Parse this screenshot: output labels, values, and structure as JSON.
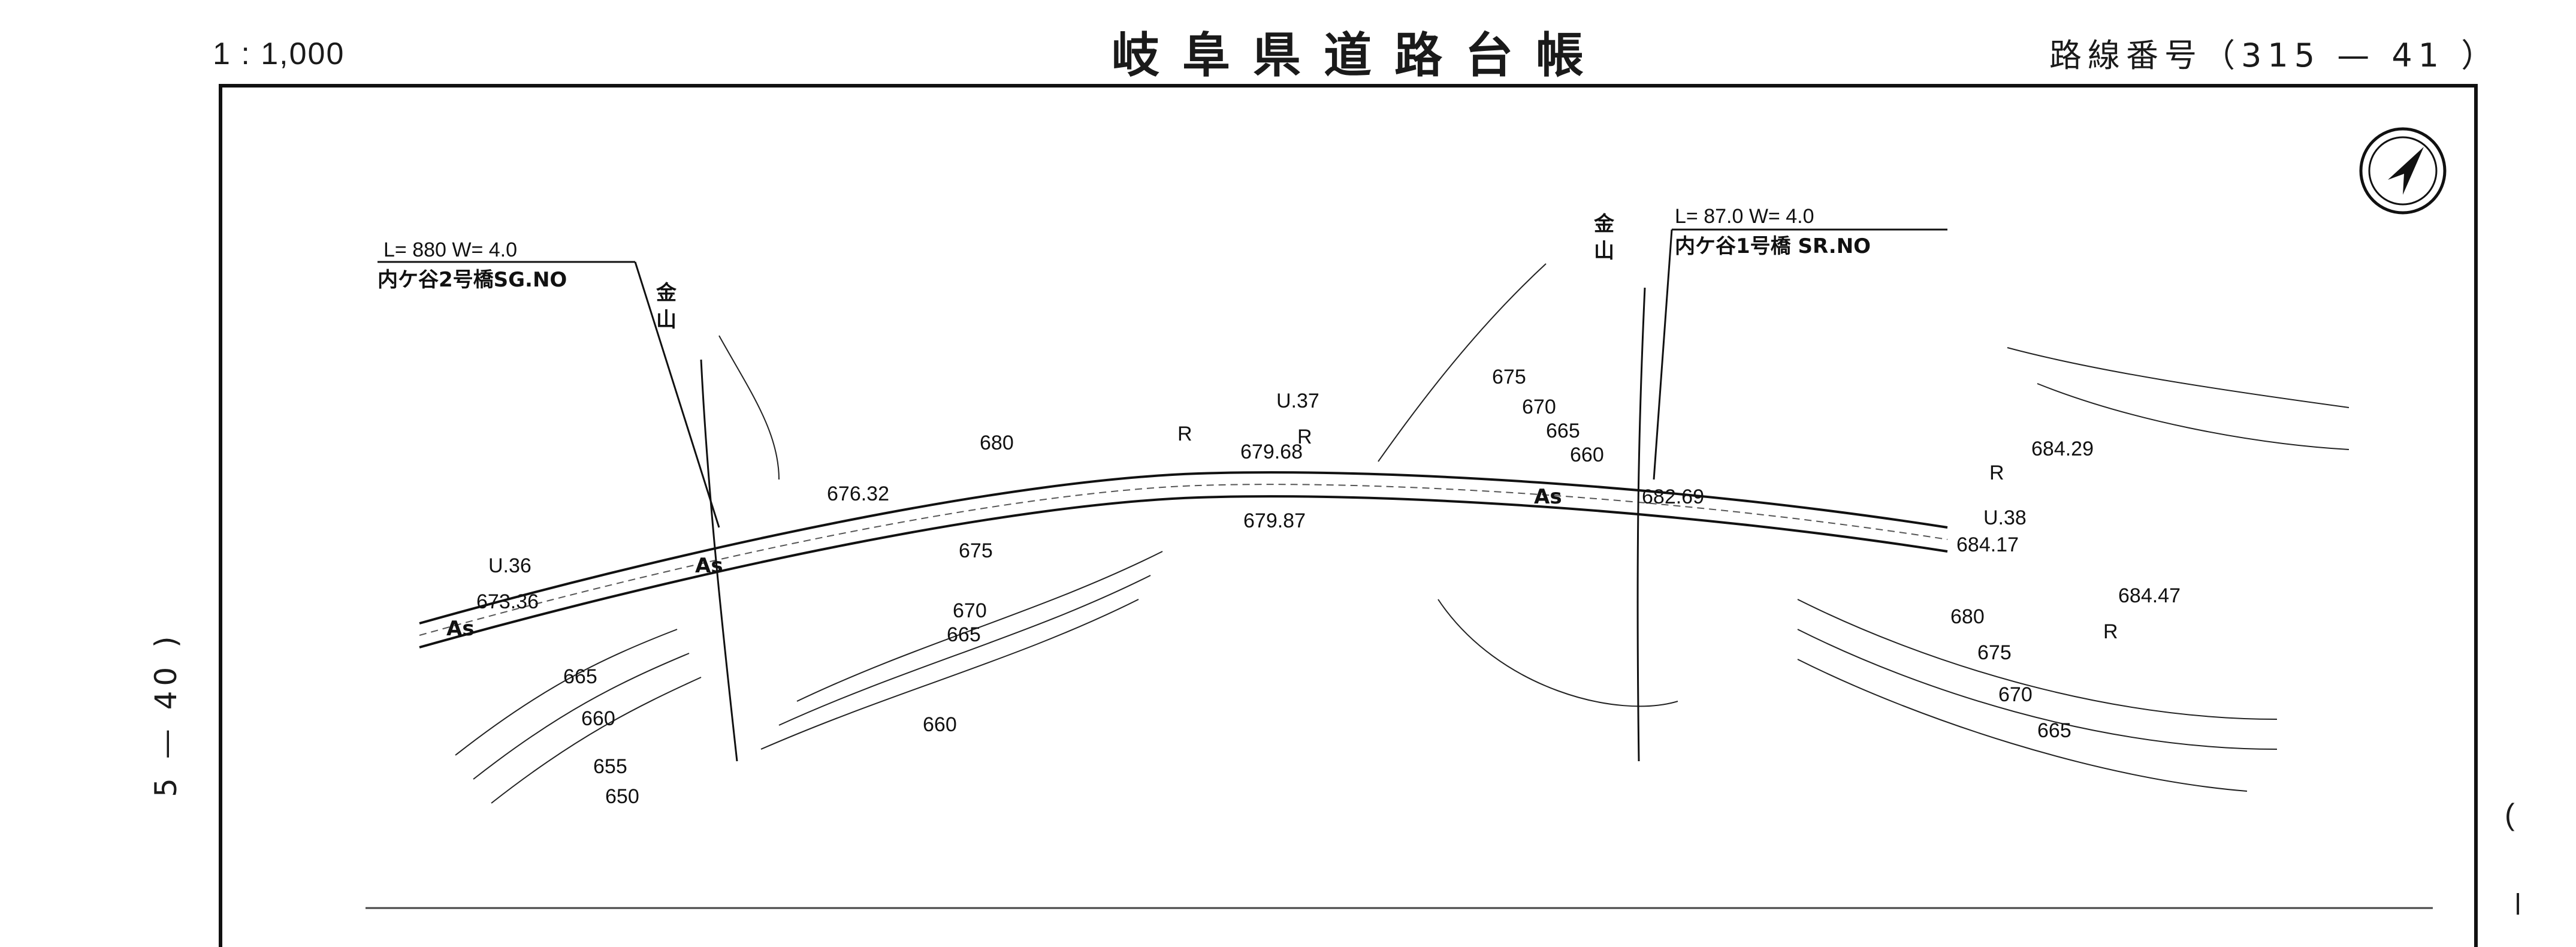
{
  "header": {
    "scale": "1 : 1,000",
    "title": "岐阜県道路台帳",
    "route_number": "路線番号（315 — 41 ）"
  },
  "side": {
    "left_page_ref": "5 — 40 )",
    "right_mark": "("
  },
  "bridges": [
    {
      "dims": "L= 880   W= 4.0",
      "name": "内ケ谷2号橋SG.NO"
    },
    {
      "dims": "L= 87.0   W= 4.0",
      "name": "内ケ谷1号橋  SR.NO"
    }
  ],
  "river_labels": [
    {
      "top": "金",
      "bottom": "山"
    },
    {
      "top": "金",
      "bottom": "山"
    }
  ],
  "surface_labels": [
    "As",
    "As",
    "As"
  ],
  "elevation_points": [
    "676.32",
    "673.36",
    "679.68",
    "679.87",
    "682.69",
    "684.17",
    "684.29",
    "684.47"
  ],
  "utility_poles": [
    "U.36",
    "U.37",
    "U.38"
  ],
  "contour_labels": [
    "680",
    "675",
    "670",
    "665",
    "660",
    "665",
    "660",
    "655",
    "650",
    "675",
    "670",
    "665",
    "660",
    "680",
    "675",
    "670",
    "665"
  ],
  "misc_labels": [
    "R",
    "R",
    "R",
    "R"
  ],
  "colors": {
    "ink": "#111111",
    "paper": "#ffffff"
  },
  "icons": {
    "north_arrow": "north-arrow-icon"
  }
}
